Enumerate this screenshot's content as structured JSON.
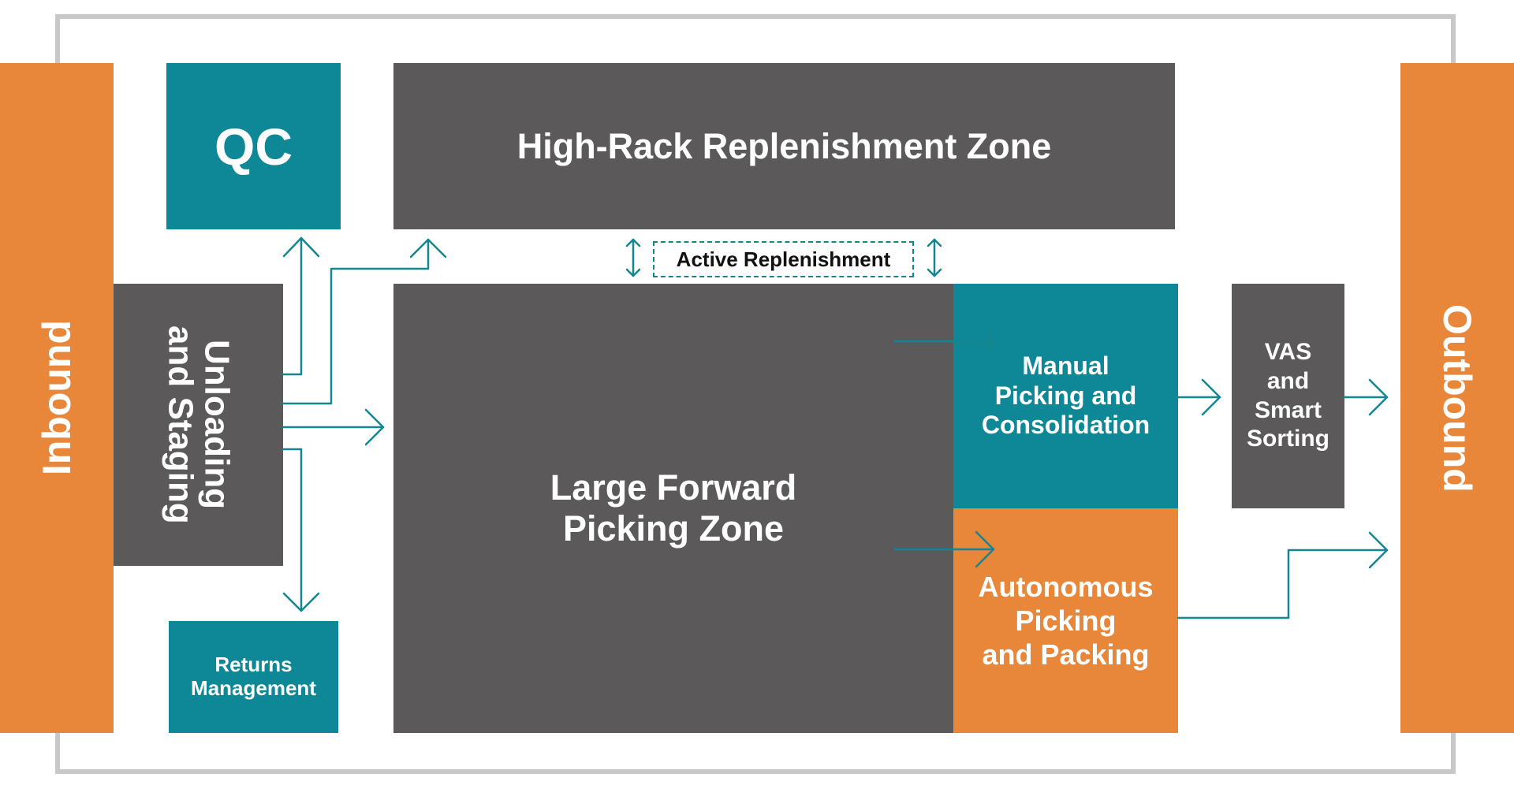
{
  "colors": {
    "orange": "#E8873A",
    "teal": "#0E8796",
    "gray": "#5B595A",
    "frame": "#C8C8C8",
    "arrow": "#138690"
  },
  "zones": {
    "inbound": "Inbound",
    "outbound": "Outbound",
    "qc": "QC",
    "high_rack": "High-Rack Replenishment Zone",
    "active_replenishment": "Active Replenishment",
    "unloading": "Unloading\nand Staging",
    "returns": "Returns\nManagement",
    "forward_picking": "Large Forward\nPicking Zone",
    "manual_picking": "Manual\nPicking and\nConsolidation",
    "autonomous_picking": "Autonomous\nPicking\nand Packing",
    "vas": "VAS\nand\nSmart\nSorting"
  },
  "icons": [
    "up-arrow-icon",
    "right-arrow-icon",
    "down-arrow-icon",
    "double-arrow-icon"
  ]
}
